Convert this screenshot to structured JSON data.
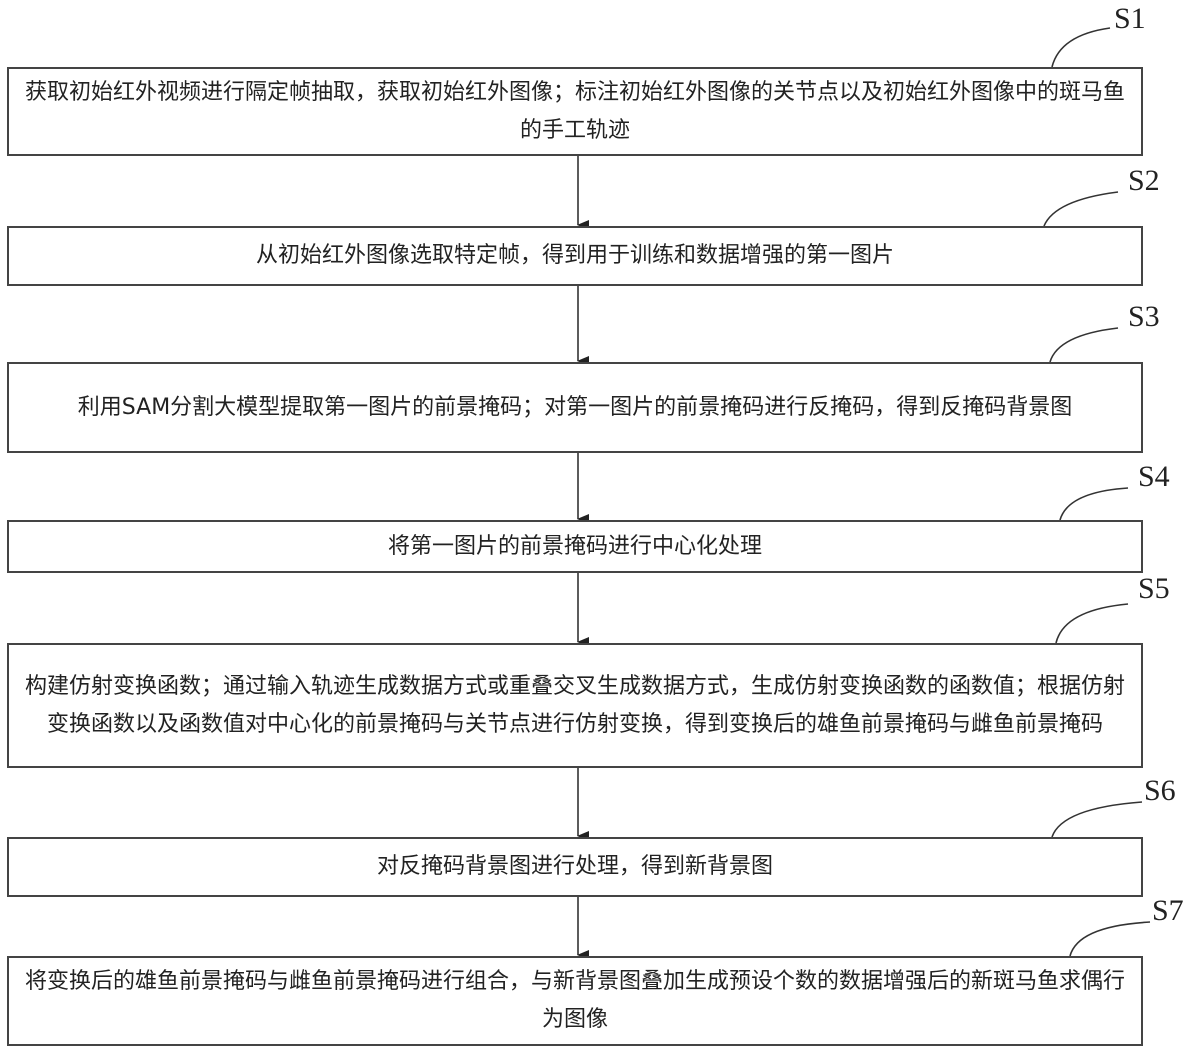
{
  "steps": [
    {
      "id": "S1",
      "text": "获取初始红外视频进行隔定帧抽取，获取初始红外图像；标注初始红外图像的关节点以及初始红外图像中的斑马鱼的手工轨迹"
    },
    {
      "id": "S2",
      "text": "从初始红外图像选取特定帧，得到用于训练和数据增强的第一图片"
    },
    {
      "id": "S3",
      "text": "利用SAM分割大模型提取第一图片的前景掩码；对第一图片的前景掩码进行反掩码，得到反掩码背景图"
    },
    {
      "id": "S4",
      "text": "将第一图片的前景掩码进行中心化处理"
    },
    {
      "id": "S5",
      "text": "构建仿射变换函数；通过输入轨迹生成数据方式或重叠交叉生成数据方式，生成仿射变换函数的函数值；根据仿射变换函数以及函数值对中心化的前景掩码与关节点进行仿射变换，得到变换后的雄鱼前景掩码与雌鱼前景掩码"
    },
    {
      "id": "S6",
      "text": "对反掩码背景图进行处理，得到新背景图"
    },
    {
      "id": "S7",
      "text": "将变换后的雄鱼前景掩码与雌鱼前景掩码进行组合，与新背景图叠加生成预设个数的数据增强后的新斑马鱼求偶行为图像"
    }
  ],
  "colors": {
    "line": "#333333",
    "border": "#444444"
  }
}
